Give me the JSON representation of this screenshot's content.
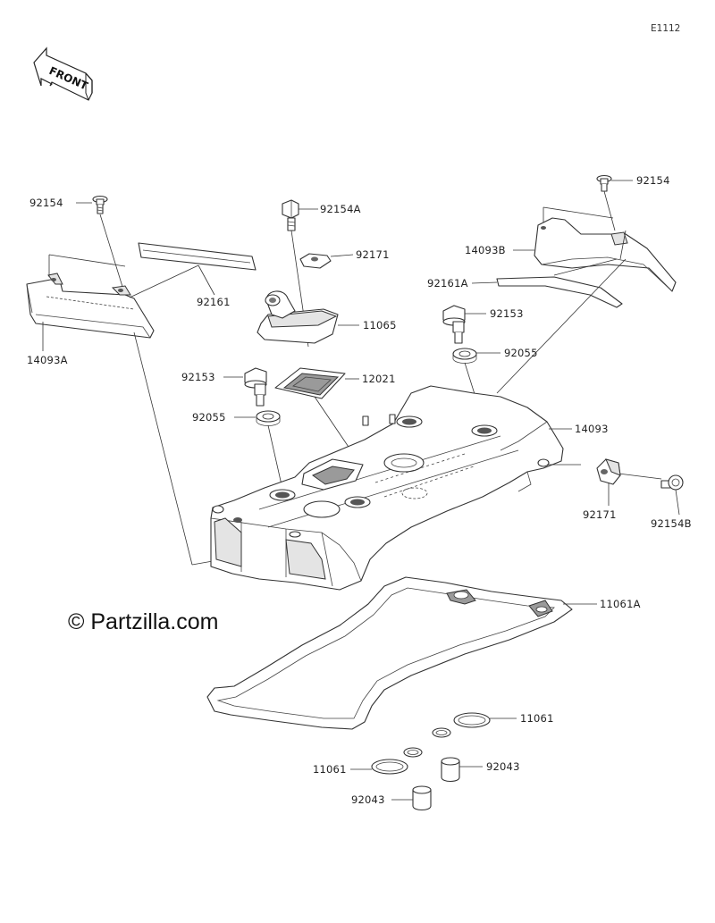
{
  "diagram_code": "E1112",
  "watermark": "© Partzilla.com",
  "front_arrow": "FRONT",
  "labels": {
    "p92154_left": "92154",
    "p92154A": "92154A",
    "p92171_top": "92171",
    "p92161": "92161",
    "p14093A": "14093A",
    "p11065": "11065",
    "p92153_left": "92153",
    "p12021": "12021",
    "p92055_left": "92055",
    "p92154_right": "92154",
    "p14093B": "14093B",
    "p92161A": "92161A",
    "p92153_right": "92153",
    "p92055_right": "92055",
    "p14093": "14093",
    "p92171_right": "92171",
    "p92154B": "92154B",
    "p11061A": "11061A",
    "p11061_right": "11061",
    "p11061_left": "11061",
    "p92043_right": "92043",
    "p92043_left": "92043"
  }
}
